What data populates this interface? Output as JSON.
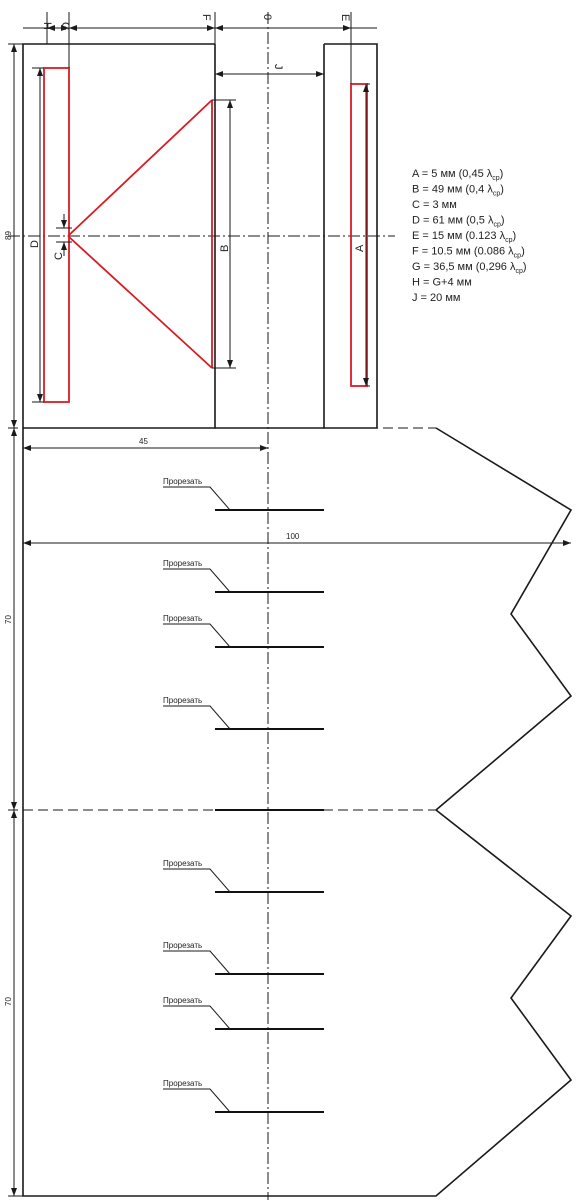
{
  "labels": {
    "H": "H",
    "G": "G",
    "F": "F",
    "zero": "0",
    "E": "E",
    "J": "J",
    "A": "A",
    "B": "B",
    "C": "C",
    "D": "D",
    "height_top": "89",
    "width_45": "45",
    "width_100": "100",
    "height_mid": "70",
    "height_bot": "70"
  },
  "cut_label": "Прорезать",
  "legend": [
    {
      "text": "A = 5 мм (0,45 λ",
      "sub": "ср",
      "tail": ")"
    },
    {
      "text": "B = 49 мм (0,4 λ",
      "sub": "ср",
      "tail": ")"
    },
    {
      "text": "C  = 3 мм",
      "sub": "",
      "tail": ""
    },
    {
      "text": "D = 61 мм (0,5 λ",
      "sub": "ср",
      "tail": ")"
    },
    {
      "text": "E = 15 мм (0.123 λ",
      "sub": "ср",
      "tail": ")"
    },
    {
      "text": "F = 10.5 мм (0.086 λ",
      "sub": "ср",
      "tail": ")"
    },
    {
      "text": "G = 36,5 мм (0,296 λ",
      "sub": "ср",
      "tail": ")"
    },
    {
      "text": "H = G+4 мм",
      "sub": "",
      "tail": ""
    },
    {
      "text": "J = 20 мм",
      "sub": "",
      "tail": ""
    }
  ],
  "colors": {
    "outline": "#1a1a1a",
    "element": "#d81c24",
    "background": "#ffffff"
  }
}
